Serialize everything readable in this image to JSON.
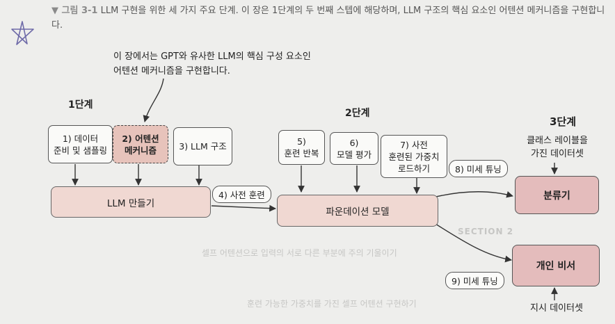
{
  "caption": {
    "figure_label": "▼ 그림 3-1",
    "text": " LLM 구현을 위한 세 가지 주요 단계. 이 장은 1단계의 두 번째 스텝에 해당하며, LLM 구조의 핵심 요소인 어텐션 메커니즘을 구현합니다."
  },
  "note": "이 장에서는 GPT와 유사한 LLM의 핵심 구성 요소인\n어텐션 메커니즘을 구현합니다.",
  "stages": {
    "s1": "1단계",
    "s2": "2단계",
    "s3": "3단계"
  },
  "steps": {
    "step1": "1) 데이터\n준비 및 샘플링",
    "step2": "2) 어텐션\n메커니즘",
    "step3": "3) LLM 구조",
    "step5": "5)\n훈련 반복",
    "step6": "6)\n모델 평가",
    "step7": "7) 사전\n훈련된 가중치\n로드하기"
  },
  "blocks": {
    "llm": "LLM 만들기",
    "foundation": "파운데이션 모델",
    "classifier": "분류기",
    "assistant": "개인 비서"
  },
  "edges": {
    "pretrain": "4) 사전 훈련",
    "finetune8": "8) 미세 튜닝",
    "finetune9": "9) 미세 튜닝"
  },
  "datasets": {
    "class_data": "클래스 레이블을\n가진 데이터셋",
    "instr_data": "지시 데이터셋"
  },
  "background_text": {
    "b1": "SECTION 2",
    "b2": "셀프 어텐션으로 입력의 서로 다른 부분에 주의 기울이기",
    "b3": "훈련 가능한 가중치를 가진 셀프 어텐션 구현하기"
  }
}
